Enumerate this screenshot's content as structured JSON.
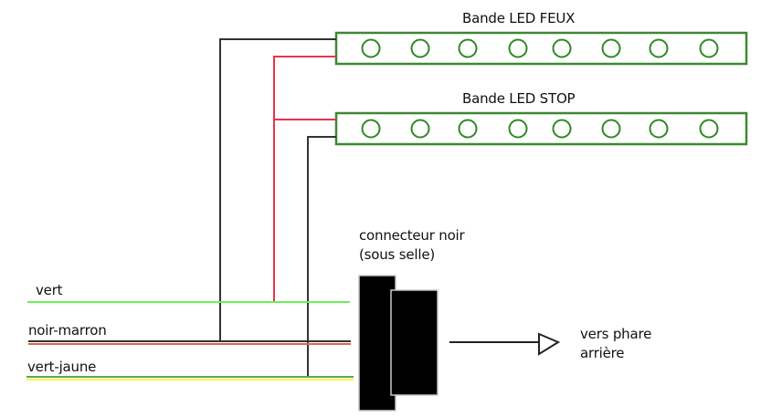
{
  "led_strips": [
    {
      "id": "feux",
      "title": "Bande LED FEUX",
      "led_count": 8
    },
    {
      "id": "stop",
      "title": "Bande LED STOP",
      "led_count": 8
    }
  ],
  "wires": [
    {
      "id": "vert",
      "label": "vert",
      "colors": [
        "#6bf05a"
      ]
    },
    {
      "id": "noir-marron",
      "label": "noir-marron",
      "colors": [
        "#333333",
        "#d9694a"
      ]
    },
    {
      "id": "vert-jaune",
      "label": "vert-jaune",
      "colors": [
        "#5caa48",
        "#f5f55a"
      ]
    }
  ],
  "branch_wires": {
    "ground_color": "#333333",
    "positive_color": "#e8344e"
  },
  "connector": {
    "label_line1": "connecteur noir",
    "label_line2": "(sous selle)",
    "color": "#000000"
  },
  "output": {
    "label_line1": "vers phare",
    "label_line2": "arrière"
  },
  "colors": {
    "strip_green": "#3a8a30",
    "led_green": "#2e8a22"
  }
}
